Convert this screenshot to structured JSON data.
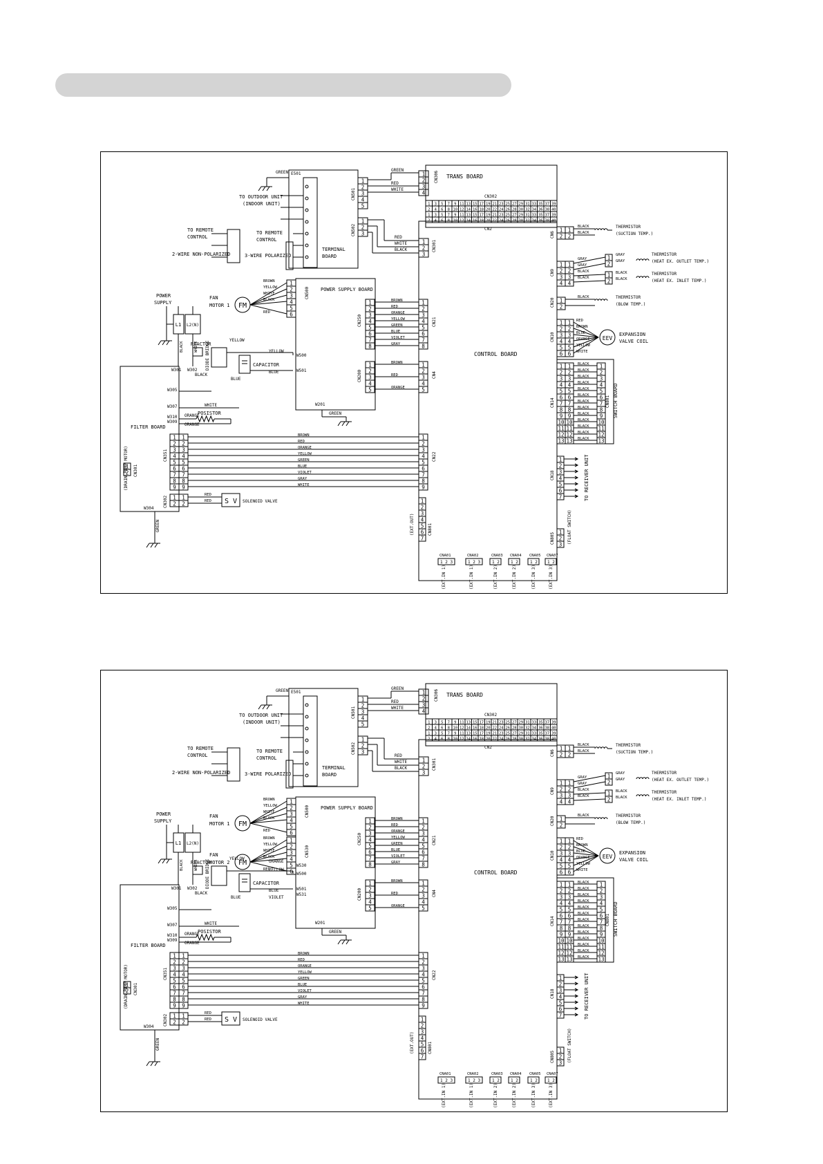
{
  "diagrams": [
    {
      "id": "d1",
      "fan2": false,
      "labels": {
        "green_top": "GREEN",
        "e501": "E501",
        "to_outdoor": "TO OUTDOOR UNIT",
        "indoor": "(INDOOR UNIT)",
        "to_remote_l": "TO REMOTE",
        "control_l": "CONTROL",
        "two_wire": "2-WIRE NON-POLARIZED",
        "to_remote_r": "TO REMOTE",
        "control_r": "CONTROL",
        "three_wire": "3-WIRE POLARIZED",
        "terminal": "TERMINAL",
        "board": "BOARD",
        "trans_board": "TRANS BOARD",
        "cn302": "CN302",
        "cn2": "CN2",
        "cn501": "CN501",
        "cn502": "CN502",
        "cn306": "CN306",
        "cn301": "CN301",
        "red": "RED",
        "white": "WHITE",
        "black": "BLACK",
        "green": "GREEN",
        "fan_motor_1a": "FAN",
        "fan_motor_1b": "MOTOR 1",
        "fm": "FM",
        "power_supply_board": "POWER SUPPLY BOARD",
        "cn500": "CN500",
        "power": "POWER",
        "supply": "SUPPLY",
        "l1": "L1",
        "l2n": "L2(N)",
        "w301": "W301",
        "w302": "W302",
        "reactor": "REACTOR",
        "diode_bridge": "DIODE BRIDGE",
        "yellow": "YELLOW",
        "w500": "W500",
        "w501": "W501",
        "capacitor": "CAPACITOR",
        "blue": "BLUE",
        "w305": "W305",
        "w307": "W307",
        "w310": "W310",
        "w309": "W309",
        "posistor": "POSISTOR",
        "orange": "ORANGE",
        "w201": "W201",
        "filter_board": "FILTER BOARD",
        "drain_pump_motor": "(DRAIN PUMP MOTOR)",
        "cn301f": "CN301",
        "cn351": "CN351",
        "cn302f": "CN302",
        "sv": "S V",
        "solenoid_valve": "SOLENOID VALVE",
        "w304": "W304",
        "cn250": "CN250",
        "cn200": "CN200",
        "cn21": "CN21",
        "cn4": "CN4",
        "cn22": "CN22",
        "control_board": "CONTROL BOARD",
        "ext_out": "(EXT.OUT)",
        "cn801": "CN801",
        "cn6": "CN6",
        "cn9": "CN9",
        "cn20": "CN20",
        "cn10": "CN10",
        "cn14": "CN14",
        "cn18": "CN18",
        "cn805": "CN805",
        "cn801s": "CN801",
        "thermistor": "THERMISTOR",
        "suction_temp": "(SUCTION TEMP.)",
        "heat_outlet": "(HEAT EX. OUTLET TEMP.)",
        "heat_inlet": "(HEAT EX. INLET TEMP.)",
        "blow_temp": "(BLOW TEMP.)",
        "gray": "GRAY",
        "brown": "BROWN",
        "violet": "VIOLET",
        "expansion": "EXPANSION",
        "valve_coil": "VALVE COIL",
        "eev": "EEV",
        "switch_board": "SWITCH BOARD",
        "to_receiver": "TO RECEIVER UNIT",
        "float_switch": "(FLOAT SWITCH)",
        "cna": [
          "CNA01",
          "CNA02",
          "CNA03",
          "CNA04",
          "CNA05",
          "CNA07"
        ],
        "cna_pins": [
          "1 2 3",
          "1 2 3",
          "1 2",
          "1 2",
          "1 2",
          "1 2"
        ],
        "ext_in": [
          "(EXT.IN 1)",
          "(EXT.IN 1)",
          "(EXT.IN 2)",
          "(EXT.IN 2)",
          "(EXT.IN 3)",
          "(EXT.IN 3)"
        ],
        "wire_colors": [
          "BROWN",
          "RED",
          "ORANGE",
          "YELLOW",
          "GREEN",
          "BLUE",
          "VIOLET",
          "GRAY",
          "WHITE"
        ],
        "cn21_colors": [
          "BROWN",
          "RED",
          "ORANGE",
          "YELLOW",
          "GREEN",
          "BLUE",
          "VIOLET",
          "GRAY"
        ],
        "fan1_colors": [
          "BROWN",
          "YELLOW",
          "WHITE",
          "BLACK",
          "",
          "RED"
        ],
        "expansion_colors": [
          "RED",
          "BROWN",
          "BLUE",
          "ORANGE",
          "YELLOW",
          "WHITE"
        ],
        "cn200_colors": [
          "BROWN",
          "",
          "RED",
          "",
          "ORANGE"
        ]
      }
    },
    {
      "id": "d2",
      "fan2": true,
      "labels": {
        "green_top": "GREEN",
        "e501": "E501",
        "to_outdoor": "TO OUTDOOR UNIT",
        "indoor": "(INDOOR UNIT)",
        "to_remote_l": "TO REMOTE",
        "control_l": "CONTROL",
        "two_wire": "2-WIRE NON-POLARIZED",
        "to_remote_r": "TO REMOTE",
        "control_r": "CONTROL",
        "three_wire": "3-WIRE POLARIZED",
        "terminal": "TERMINAL",
        "board": "BOARD",
        "trans_board": "TRANS BOARD",
        "cn302": "CN302",
        "cn2": "CN2",
        "cn501": "CN501",
        "cn502": "CN502",
        "cn306": "CN306",
        "cn301": "CN301",
        "red": "RED",
        "white": "WHITE",
        "black": "BLACK",
        "green": "GREEN",
        "fan_motor_1a": "FAN",
        "fan_motor_1b": "MOTOR 1",
        "fan_motor_2a": "FAN",
        "fan_motor_2b": "MOTOR 2",
        "fm": "FM",
        "power_supply_board": "POWER SUPPLY BOARD",
        "cn500": "CN500",
        "cn530": "CN530",
        "power": "POWER",
        "supply": "SUPPLY",
        "l1": "L1",
        "l2n": "L2(N)",
        "w301": "W301",
        "w302": "W302",
        "reactor": "REACTOR",
        "diode_bridge": "DIODE BRIDGE",
        "yellow": "YELLOW",
        "w500": "W500",
        "w501": "W501",
        "w530": "W530",
        "w531": "W531",
        "capacitor": "CAPACITOR",
        "blue": "BLUE",
        "violet_c": "VIOLET",
        "w305": "W305",
        "w307": "W307",
        "w310": "W310",
        "w309": "W309",
        "posistor": "POSISTOR",
        "orange": "ORANGE",
        "w201": "W201",
        "filter_board": "FILTER BOARD",
        "drain_pump_motor": "(DRAIN PUMP MOTOR)",
        "cn301f": "CN301",
        "cn351": "CN351",
        "cn302f": "CN302",
        "sv": "S V",
        "solenoid_valve": "SOLENOID VALVE",
        "w304": "W304",
        "cn250": "CN250",
        "cn200": "CN200",
        "cn21": "CN21",
        "cn4": "CN4",
        "cn22": "CN22",
        "control_board": "CONTROL BOARD",
        "ext_out": "(EXT.OUT)",
        "cn801": "CN801",
        "cn6": "CN6",
        "cn9": "CN9",
        "cn20": "CN20",
        "cn10": "CN10",
        "cn14": "CN14",
        "cn18": "CN18",
        "cn805": "CN805",
        "cn801s": "CN801",
        "thermistor": "THERMISTOR",
        "suction_temp": "(SUCTION TEMP.)",
        "heat_outlet": "(HEAT EX. OUTLET TEMP.)",
        "heat_inlet": "(HEAT EX. INLET TEMP.)",
        "blow_temp": "(BLOW TEMP.)",
        "gray": "GRAY",
        "brown": "BROWN",
        "violet": "VIOLET",
        "expansion": "EXPANSION",
        "valve_coil": "VALVE COIL",
        "eev": "EEV",
        "switch_board": "SWITCH BOARD",
        "to_receiver": "TO RECEIVER UNIT",
        "float_switch": "(FLOAT SWITCH)",
        "cna": [
          "CNA01",
          "CNA02",
          "CNA03",
          "CNA04",
          "CNA05",
          "CNA07"
        ],
        "cna_pins": [
          "1 2 3",
          "1 2 3",
          "1 2",
          "1 2",
          "1 2",
          "1 2"
        ],
        "ext_in": [
          "(EXT.IN 1)",
          "(EXT.IN 1)",
          "(EXT.IN 2)",
          "(EXT.IN 2)",
          "(EXT.IN 3)",
          "(EXT.IN 3)"
        ],
        "wire_colors": [
          "BROWN",
          "RED",
          "ORANGE",
          "YELLOW",
          "GREEN",
          "BLUE",
          "VIOLET",
          "GRAY",
          "WHITE"
        ],
        "cn21_colors": [
          "BROWN",
          "RED",
          "ORANGE",
          "YELLOW",
          "GREEN",
          "BLUE",
          "VIOLET",
          "GRAY"
        ],
        "fan1_colors": [
          "BROWN",
          "YELLOW",
          "WHITE",
          "BLACK",
          "",
          "RED"
        ],
        "fan2_colors": [
          "BROWN",
          "YELLOW",
          "WHITE",
          "BLACK",
          "",
          "RED"
        ],
        "expansion_colors": [
          "RED",
          "BROWN",
          "BLUE",
          "ORANGE",
          "YELLOW",
          "WHITE"
        ],
        "cn200_colors": [
          "BROWN",
          "",
          "RED",
          "",
          "ORANGE"
        ]
      }
    }
  ]
}
